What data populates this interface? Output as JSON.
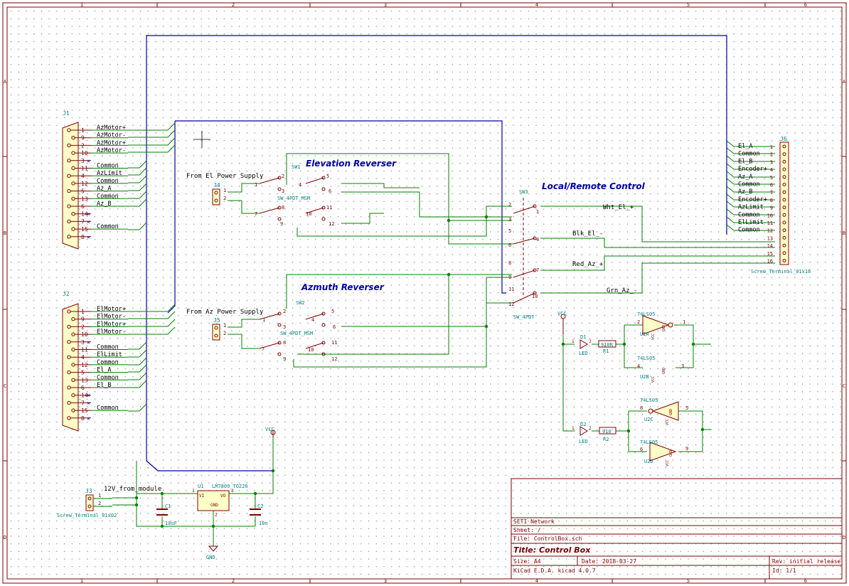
{
  "colors": {
    "background": "#ffffff",
    "frame": "#7a0000",
    "wire": "#008000",
    "bus": "#0000a0",
    "ref": "#008080",
    "pin": "#800000",
    "body_fill": "#ffffc8",
    "label": "#000000",
    "title": "#7a0000",
    "nc": "#0000a0",
    "grid_dot": "#8c8c8c"
  },
  "frame": {
    "columns": [
      "1",
      "2",
      "3",
      "4",
      "5",
      "6"
    ],
    "rows": [
      "A",
      "B",
      "C",
      "D"
    ]
  },
  "headings": {
    "elevation_reverser": "Elevation Reverser",
    "azimuth_reverser": "Azmuth Reverser",
    "local_remote": "Local/Remote Control"
  },
  "texts": {
    "from_el_supply": "From El Power Supply",
    "from_az_supply": "From Az Power Supply",
    "supply_12v": "12V_from_module"
  },
  "j1": {
    "ref": "J1",
    "pins": [
      "1",
      "9",
      "2",
      "10",
      "3",
      "11",
      "4",
      "12",
      "5",
      "13",
      "6",
      "14",
      "7",
      "15",
      "8"
    ],
    "signals": [
      "AzMotor+",
      "AzMotor-",
      "AzMotor+",
      "AzMotor-",
      "",
      "Common",
      "AzLimit",
      "Common",
      "Az_A",
      "Common",
      "Az_B",
      "",
      "",
      "Common",
      ""
    ]
  },
  "j2": {
    "ref": "J2",
    "pins": [
      "1",
      "9",
      "2",
      "10",
      "3",
      "11",
      "4",
      "12",
      "5",
      "13",
      "6",
      "14",
      "7",
      "15",
      "8"
    ],
    "signals": [
      "ElMotor+",
      "ElMotor-",
      "ElMotor+",
      "ElMotor-",
      "",
      "Common",
      "ElLimit",
      "Common",
      "El_A",
      "Common",
      "El_B",
      "",
      "",
      "Common",
      ""
    ]
  },
  "j4": {
    "ref": "J4",
    "pins": [
      "1",
      "2"
    ]
  },
  "j5": {
    "ref": "J5",
    "pins": [
      "1",
      "2"
    ]
  },
  "j3": {
    "ref": "J3",
    "value": "Screw_Terminal_01x02",
    "pins": [
      "1",
      "2"
    ]
  },
  "sw1": {
    "ref": "SW1",
    "value": "SW_4PDT_MSM",
    "pins": [
      "2",
      "1",
      "3",
      "5",
      "4",
      "6",
      "8",
      "7",
      "9",
      "11",
      "10",
      "12"
    ]
  },
  "sw2": {
    "ref": "SW2",
    "value": "SW_4PDT_MSM",
    "pins": [
      "2",
      "1",
      "3",
      "5",
      "4",
      "6",
      "8",
      "7",
      "9",
      "11",
      "10",
      "12"
    ]
  },
  "sw3": {
    "ref": "SW3",
    "value": "SW_4PDT",
    "left_pins": [
      "2",
      "3",
      "5",
      "6",
      "8",
      "9",
      "11",
      "12"
    ],
    "right_pins": [
      "1",
      "4",
      "7",
      "10"
    ]
  },
  "nets": [
    "Wht_El_+",
    "Blk_El_-",
    "Red_Az_+",
    "Grn_Az_-"
  ],
  "j6": {
    "ref": "J6",
    "value": "Screw_Terminal_01x16",
    "pins": [
      "1",
      "2",
      "3",
      "4",
      "5",
      "6",
      "7",
      "8",
      "9",
      "10",
      "11",
      "12",
      "13",
      "14",
      "15",
      "16"
    ],
    "signals": [
      "El_A",
      "Common",
      "El_B",
      "Encoder+",
      "Az_A",
      "Common",
      "Az_B",
      "Encoder+",
      "AzLimit",
      "Common",
      "ElLimit",
      "Common",
      "",
      "",
      "",
      ""
    ]
  },
  "u1": {
    "ref": "U1",
    "value": "LM7809_TO220",
    "pins": [
      "1",
      "2",
      "3"
    ],
    "labels": [
      "VI",
      "GND",
      "VO"
    ]
  },
  "c1": {
    "ref": "C1",
    "value": "10uF"
  },
  "c2": {
    "ref": "C2",
    "value": "10n"
  },
  "power": {
    "vcc": "VCC",
    "gnd": "GND"
  },
  "d1": {
    "ref": "D1",
    "value": "LED",
    "pins": [
      "1",
      "2"
    ]
  },
  "d2": {
    "ref": "D2",
    "value": "LED",
    "pins": [
      "1",
      "2"
    ]
  },
  "r1": {
    "ref": "R1",
    "value": "910R"
  },
  "r2": {
    "ref": "R2",
    "value": "910"
  },
  "u2a": {
    "ref": "U2A",
    "value": "74LS05",
    "pins": [
      "2",
      "1"
    ]
  },
  "u2b": {
    "ref": "U2B",
    "value": "74LS05",
    "pins": [
      "4",
      "3"
    ]
  },
  "u2c": {
    "ref": "U2C",
    "value": "74LS05",
    "pins": [
      "6",
      "5"
    ]
  },
  "u2d": {
    "ref": "U2D",
    "value": "74LS05",
    "pins": [
      "6",
      "9"
    ]
  },
  "gate_pins": {
    "vcc": "VCC",
    "gnd": "GND"
  },
  "title_block": {
    "company": "SETI Network",
    "sheet_path": "Sheet: /",
    "file": "File: ControlBox.sch",
    "title": "Title: Control Box",
    "size": "Size: A4",
    "date": "Date: 2018-03-27",
    "rev": "Rev: initial release",
    "tool": "KiCad E.D.A.  kicad 4.0.7",
    "id": "Id: 1/1"
  }
}
